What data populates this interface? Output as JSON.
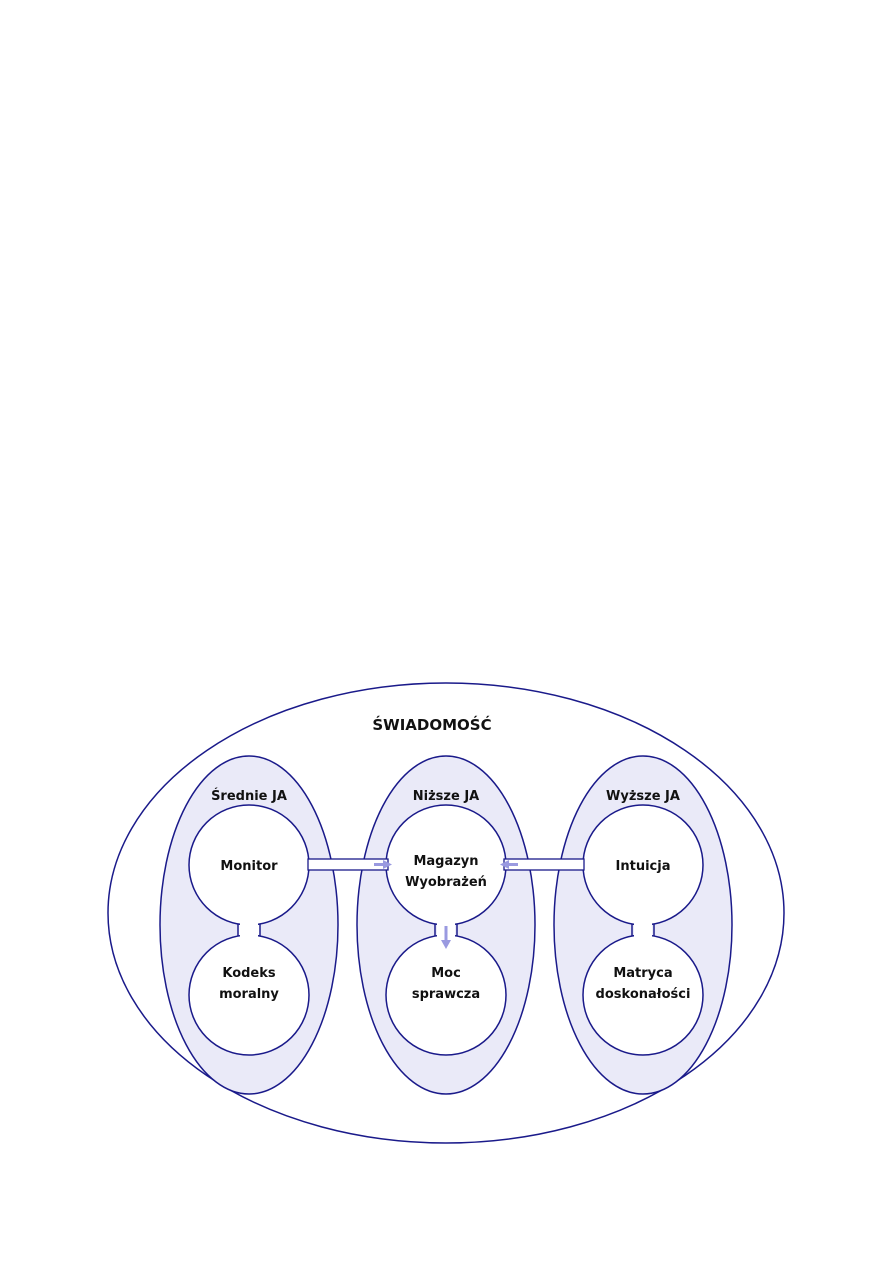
{
  "title": "ŚWIADOMOŚĆ",
  "groups": [
    {
      "title": "Średnie JA",
      "top": "Monitor",
      "bottom": [
        "Kodeks",
        "moralny"
      ]
    },
    {
      "title": "Niższe JA",
      "top": [
        "Magazyn",
        "Wyobrażeń"
      ],
      "bottom": [
        "Moc",
        "sprawcza"
      ]
    },
    {
      "title": "Wyższe JA",
      "top": "Intuicja",
      "bottom": [
        "Matryca",
        "doskonałości"
      ]
    }
  ],
  "colors": {
    "stroke": "#1a1a8a",
    "group_fill": "#eaeaf8",
    "node_fill": "#ffffff",
    "arrow": "#9a9ae0"
  }
}
